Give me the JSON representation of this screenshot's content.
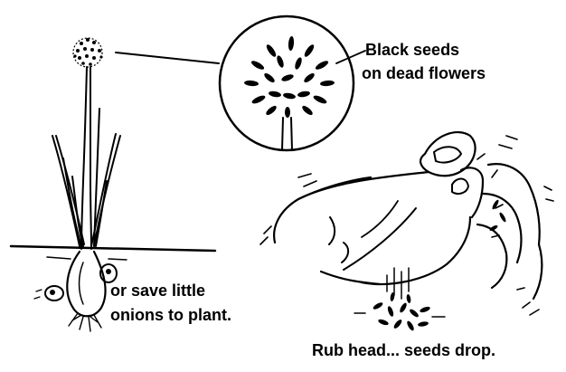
{
  "labels": {
    "seeds_line1": "Black seeds",
    "seeds_line2": "on dead flowers",
    "onions_line1": "or save little",
    "onions_line2": "onions to plant.",
    "rub": "Rub head... seeds drop."
  },
  "colors": {
    "ink": "#000000",
    "paper": "#ffffff"
  }
}
